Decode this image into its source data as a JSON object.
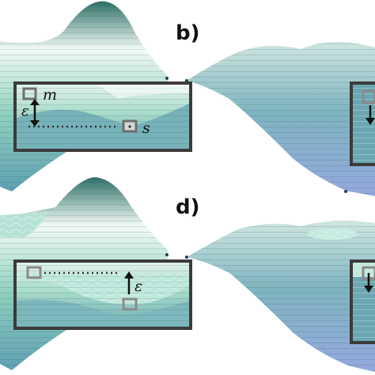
{
  "labels": {
    "panel_b": "b)",
    "panel_d": "d)"
  },
  "inset_b": {
    "label_m": "m",
    "label_eps": "ε",
    "label_s": "s"
  },
  "inset_d": {
    "label_eps": "ε"
  },
  "colors": {
    "surface_light": "#e6f4ee",
    "surface_mid": "#7fc2b1",
    "surface_deep": "#4f8fa0",
    "surface_blue": "#8fa4dc",
    "frame": "#3b3b3b",
    "marker": "#8a8a8a"
  }
}
